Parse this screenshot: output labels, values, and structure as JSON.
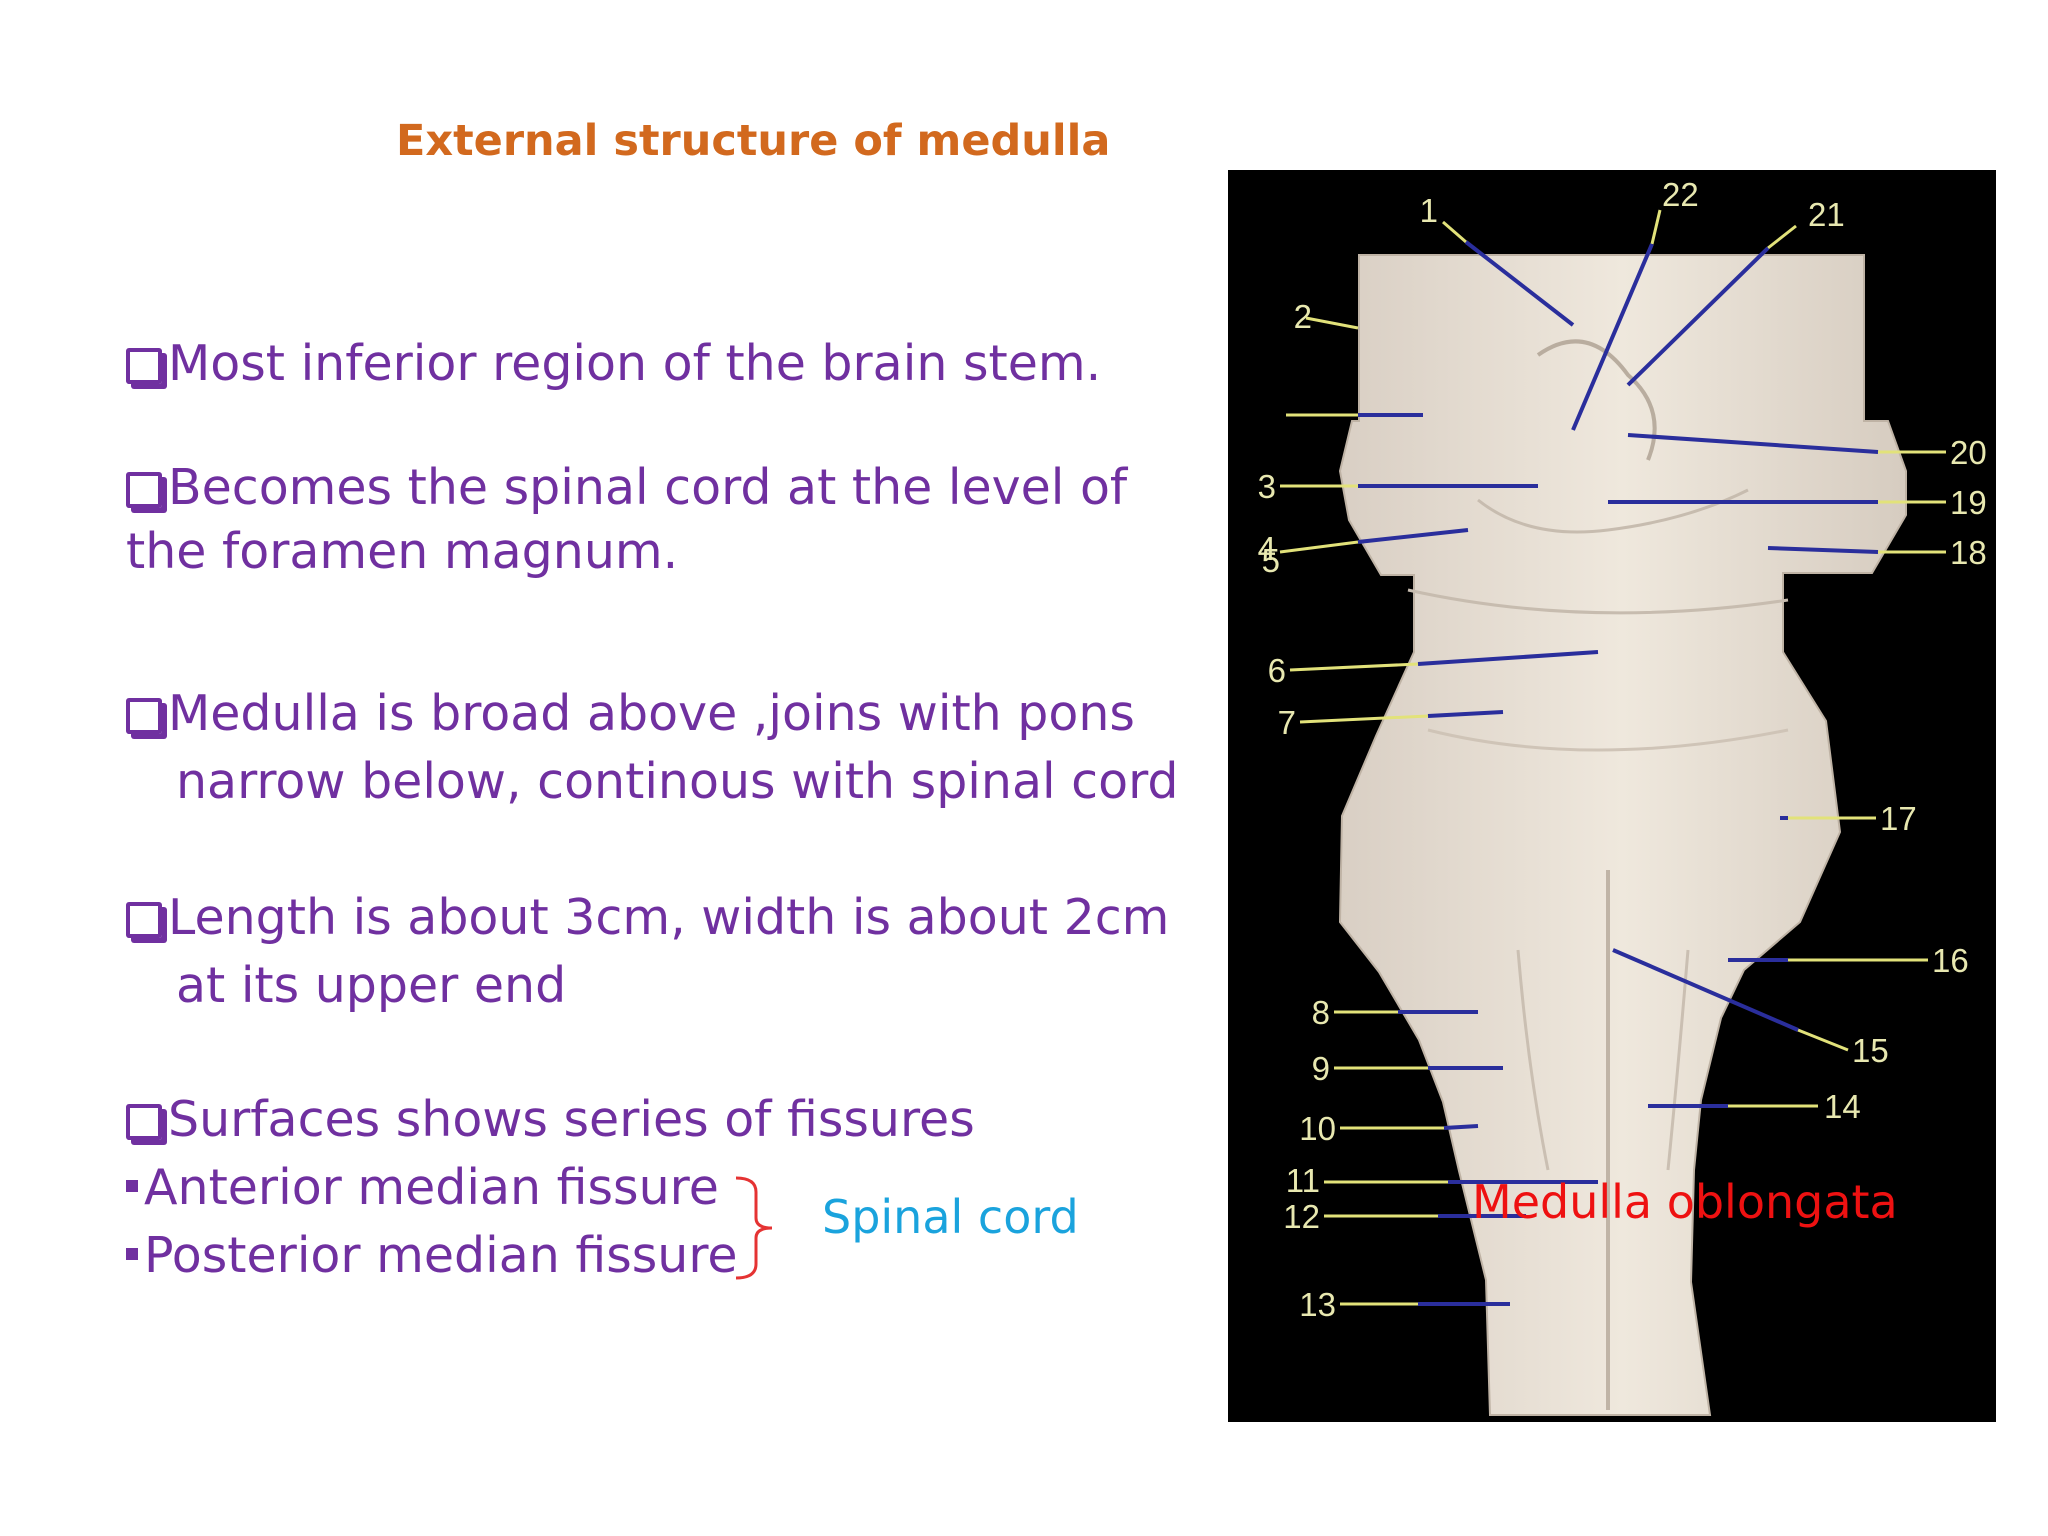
{
  "title": "External structure of medulla",
  "bullets": [
    {
      "line1": "Most inferior region of the brain stem."
    },
    {
      "line1": "Becomes the spinal cord at the level of",
      "line2": "the foramen magnum."
    },
    {
      "line1": "Medulla is broad above ,joins with pons",
      "line2": "narrow below, continous with spinal cord"
    },
    {
      "line1": "Length is about 3cm, width is about 2cm",
      "line2": "at its upper end"
    },
    {
      "line1": "Surfaces shows series of fissures"
    }
  ],
  "subitems": [
    "Anterior median fissure",
    "Posterior median fissure"
  ],
  "bracket_label": "Spinal cord",
  "image": {
    "caption": "Medulla oblongata",
    "labels": [
      "1",
      "2",
      "3",
      "4",
      "5",
      "6",
      "7",
      "8",
      "9",
      "10",
      "11",
      "12",
      "13",
      "14",
      "15",
      "16",
      "17",
      "18",
      "19",
      "20",
      "21",
      "22"
    ]
  }
}
